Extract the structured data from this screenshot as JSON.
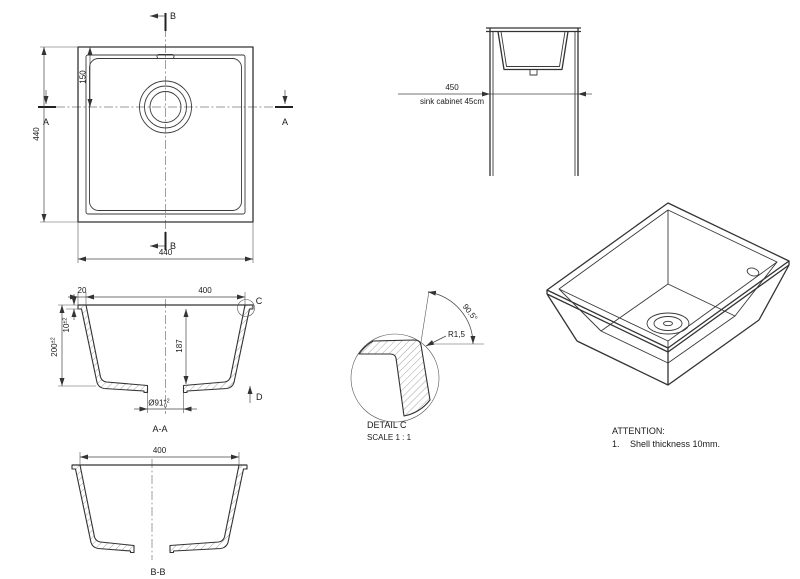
{
  "plan_view": {
    "section_label_b_top": "B",
    "section_label_b_bottom": "B",
    "section_label_a_left": "A",
    "section_label_a_right": "A",
    "dim_overall_width": "440",
    "dim_overall_height": "440",
    "dim_drain_offset": "150"
  },
  "front_view": {
    "dim_cabinet_width": "450",
    "cabinet_label": "sink cabinet 45cm"
  },
  "section_aa": {
    "dim_rim_overhang": "20",
    "dim_bowl_width": "400",
    "dim_overall_depth": "200",
    "dim_overall_depth_tol": "±2",
    "dim_shell_thickness": "10",
    "dim_shell_thickness_tol": "±2",
    "dim_bowl_depth": "187",
    "dim_drain_diameter": "Ø91",
    "dim_drain_tol_upper": "+2",
    "dim_drain_tol_lower": "0",
    "detail_marker": "C",
    "direction_marker": "D",
    "title": "A-A"
  },
  "section_bb": {
    "dim_bowl_width": "400",
    "title": "B-B"
  },
  "detail_c": {
    "radius_label": "R1,5",
    "angle_label": "90.5°",
    "title": "DETAIL C",
    "scale_label": "SCALE 1 : 1"
  },
  "attention": {
    "title": "ATTENTION:",
    "item_number": "1.",
    "item_text": "Shell thickness 10mm."
  }
}
